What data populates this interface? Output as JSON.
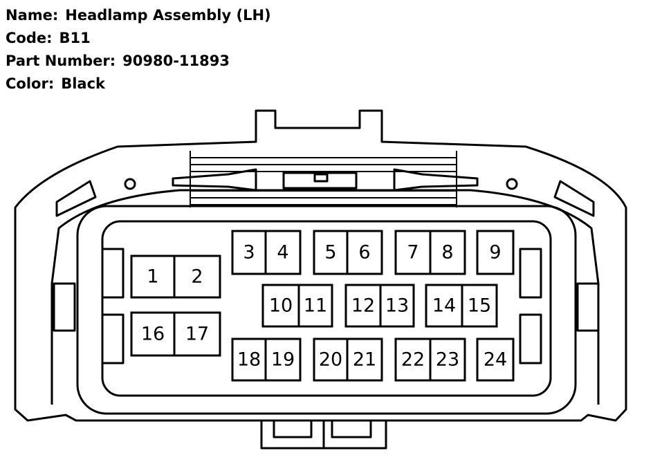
{
  "info": {
    "name_label": "Name:",
    "name_value": "Headlamp Assembly (LH)",
    "code_label": "Code:",
    "code_value": "B11",
    "part_label": "Part Number:",
    "part_value": "90980-11893",
    "color_label": "Color:",
    "color_value": "Black"
  },
  "pins": [
    "1",
    "2",
    "3",
    "4",
    "5",
    "6",
    "7",
    "8",
    "9",
    "10",
    "11",
    "12",
    "13",
    "14",
    "15",
    "16",
    "17",
    "18",
    "19",
    "20",
    "21",
    "22",
    "23",
    "24"
  ],
  "colors": {
    "line": "#000000",
    "background": "#ffffff"
  }
}
